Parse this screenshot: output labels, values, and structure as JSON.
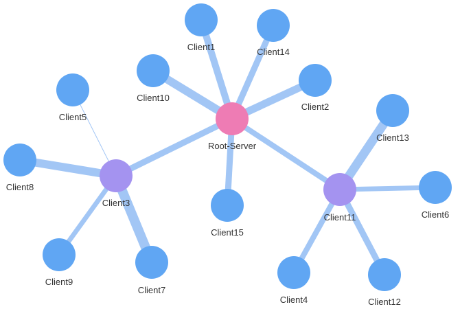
{
  "nodes": [
    {
      "id": "root-server",
      "label": "Root-Server",
      "type": "root"
    },
    {
      "id": "client3",
      "label": "Client3",
      "type": "hub"
    },
    {
      "id": "client11",
      "label": "Client11",
      "type": "hub"
    },
    {
      "id": "client1",
      "label": "Client1",
      "type": "leaf"
    },
    {
      "id": "client14",
      "label": "Client14",
      "type": "leaf"
    },
    {
      "id": "client10",
      "label": "Client10",
      "type": "leaf"
    },
    {
      "id": "client2",
      "label": "Client2",
      "type": "leaf"
    },
    {
      "id": "client5",
      "label": "Client5",
      "type": "leaf"
    },
    {
      "id": "client13",
      "label": "Client13",
      "type": "leaf"
    },
    {
      "id": "client8",
      "label": "Client8",
      "type": "leaf"
    },
    {
      "id": "client6",
      "label": "Client6",
      "type": "leaf"
    },
    {
      "id": "client15",
      "label": "Client15",
      "type": "leaf"
    },
    {
      "id": "client9",
      "label": "Client9",
      "type": "leaf"
    },
    {
      "id": "client7",
      "label": "Client7",
      "type": "leaf"
    },
    {
      "id": "client4",
      "label": "Client4",
      "type": "leaf"
    },
    {
      "id": "client12",
      "label": "Client12",
      "type": "leaf"
    }
  ],
  "edges": [
    {
      "from": "root-server",
      "to": "client1"
    },
    {
      "from": "root-server",
      "to": "client14"
    },
    {
      "from": "root-server",
      "to": "client10"
    },
    {
      "from": "root-server",
      "to": "client2"
    },
    {
      "from": "root-server",
      "to": "client15"
    },
    {
      "from": "root-server",
      "to": "client3"
    },
    {
      "from": "root-server",
      "to": "client11"
    },
    {
      "from": "client3",
      "to": "client5"
    },
    {
      "from": "client3",
      "to": "client8"
    },
    {
      "from": "client3",
      "to": "client9"
    },
    {
      "from": "client3",
      "to": "client7"
    },
    {
      "from": "client11",
      "to": "client13"
    },
    {
      "from": "client11",
      "to": "client6"
    },
    {
      "from": "client11",
      "to": "client4"
    },
    {
      "from": "client11",
      "to": "client12"
    }
  ],
  "colors": {
    "root": "#EE7CB4",
    "hub": "#A493F0",
    "leaf": "#60A6F3",
    "edge": "#A2C6F5",
    "label": "#333333"
  }
}
